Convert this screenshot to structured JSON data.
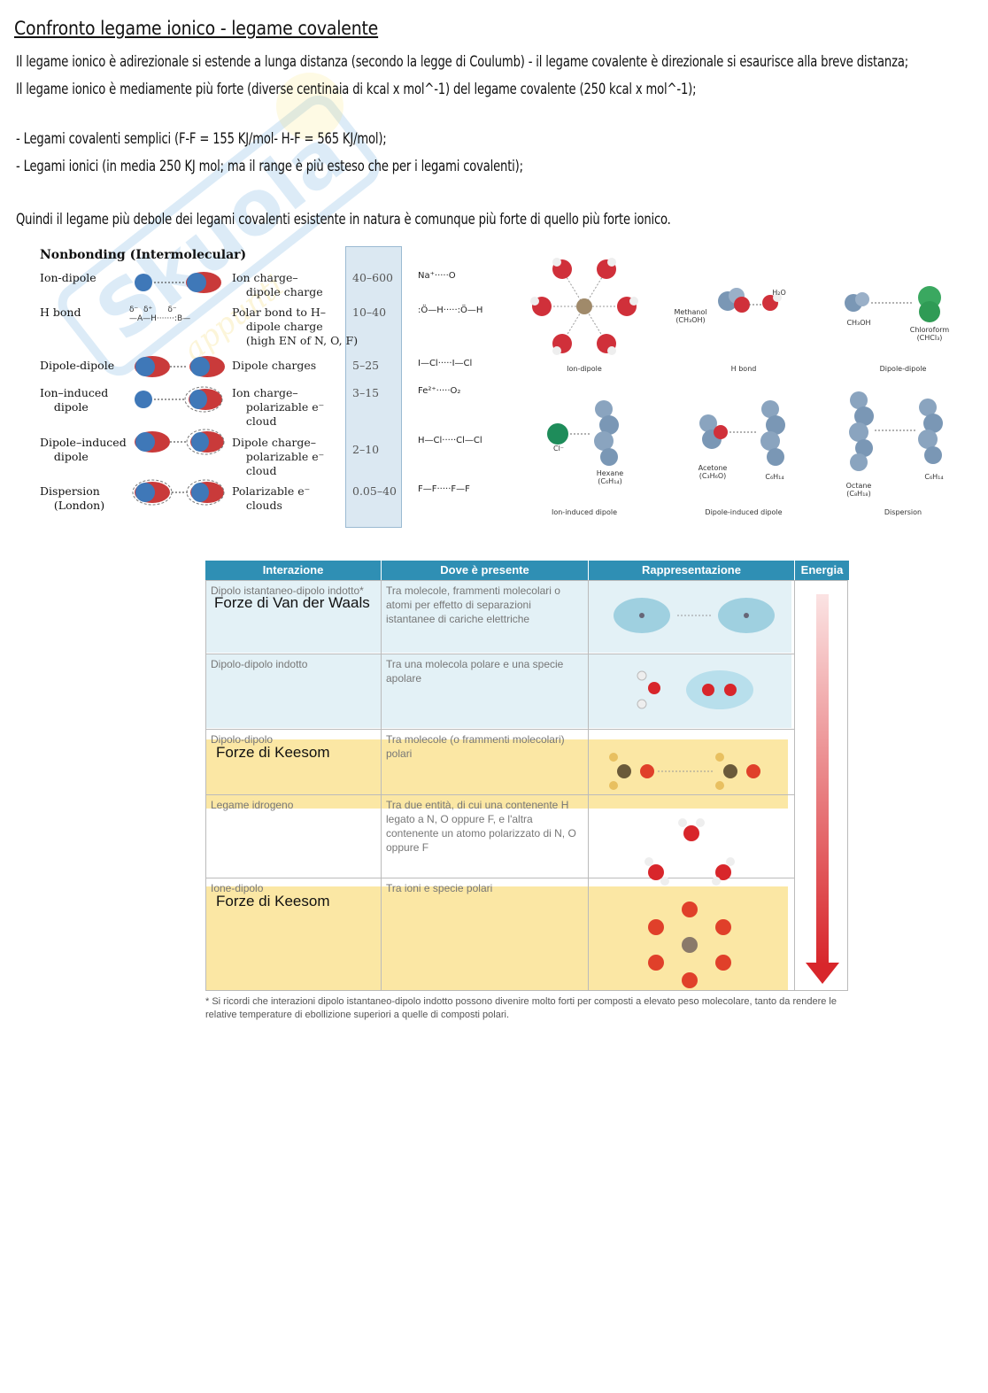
{
  "title": "Confronto legame ionico - legame covalente",
  "paragraphs": [
    "Il legame ionico è adirezionale si estende a lunga distanza (secondo la legge di Coulumb) - il legame covalente è direzionale si esaurisce alla breve distanza;",
    "Il legame ionico è mediamente più forte (diverse centinaia di kcal x mol^-1) del legame covalente (250 kcal x mol^-1);",
    "- Legami covalenti semplici (F-F = 155 KJ/mol- H-F = 565 KJ/mol);",
    "- Legami ionici (in media 250 KJ mol; ma il range è più esteso che per i legami covalenti);",
    "Quindi il legame più debole dei legami covalenti esistente in natura è comunque più forte di quello più forte ionico."
  ],
  "nonbonding": {
    "header": "Nonbonding (Intermolecular)",
    "rows": [
      {
        "name": "Ion-dipole",
        "basis": "Ion charge–\n    dipole charge",
        "energy": "40–600",
        "example": "Na⁺·····O"
      },
      {
        "name": "H bond",
        "basis": "Polar bond to H–\n    dipole charge\n    (high EN of N, O, F)",
        "energy": "10–40",
        "example": ":Ö—H·····:Ö—H"
      },
      {
        "name": "Dipole-dipole",
        "basis": "Dipole charges",
        "energy": "5–25",
        "example": "I—Cl·····I—Cl"
      },
      {
        "name": "Ion–induced\n    dipole",
        "basis": "Ion charge–\n    polarizable e⁻\n    cloud",
        "energy": "3–15",
        "example": "Fe²⁺·····O₂"
      },
      {
        "name": "Dipole–induced\n    dipole",
        "basis": "Dipole charge–\n    polarizable e⁻\n    cloud",
        "energy": "2–10",
        "example": "H—Cl·····Cl—Cl"
      },
      {
        "name": "Dispersion\n    (London)",
        "basis": "Polarizable e⁻\n    clouds",
        "energy": "0.05–40",
        "example": "F—F·····F—F"
      }
    ],
    "hbond_label": "δ⁻  δ⁺      δ⁻\n—A—H·······:B—"
  },
  "molecules": {
    "captions": [
      "Ion-dipole",
      "H bond",
      "Dipole-dipole",
      "Ion-induced dipole",
      "Dipole-induced dipole",
      "Dispersion"
    ],
    "labels": [
      "Methanol\n(CH₃OH)",
      "H₂O",
      "CH₃OH",
      "Chloroform\n(CHCl₃)",
      "Cl⁻",
      "Hexane\n(C₆H₁₄)",
      "Acetone\n(C₃H₆O)",
      "C₆H₁₄",
      "Octane\n(C₈H₁₈)",
      "C₆H₁₄"
    ]
  },
  "interactions": {
    "headers": [
      "Interazione",
      "Dove è presente",
      "Rappresentazione",
      "Energia"
    ],
    "rows": [
      {
        "name": "Dipolo istantaneo-dipolo indotto*",
        "where": "Tra molecole, frammenti molecolari o atomi per effetto di separazioni istantanee di cariche elettriche"
      },
      {
        "name": "Dipolo-dipolo indotto",
        "where": "Tra una molecola polare e una specie apolare"
      },
      {
        "name": "Dipolo-dipolo",
        "where": "Tra molecole (o frammenti molecolari) polari"
      },
      {
        "name": "Legame idrogeno",
        "where": "Tra due entità, di cui una contenente H legato a N, O oppure F, e l'altra contenente un atomo polarizzato di N, O oppure F"
      },
      {
        "name": "Ione-dipolo",
        "where": "Tra ioni e specie polari"
      }
    ],
    "overlays": [
      "Forze di Van der Waals",
      "Forze di Keesom",
      "Forze di Keesom"
    ],
    "footnote": "* Si ricordi che interazioni dipolo istantaneo-dipolo indotto possono divenire molto forti per composti a elevato peso molecolare, tanto da rendere le relative temperature di ebollizione superiori a quelle di composti polari.",
    "colors": {
      "header": "#2f8fb4",
      "blue_band": "#e3f1f6",
      "yellow_band": "#fbe7a4",
      "arrow": "#d8262b"
    }
  }
}
